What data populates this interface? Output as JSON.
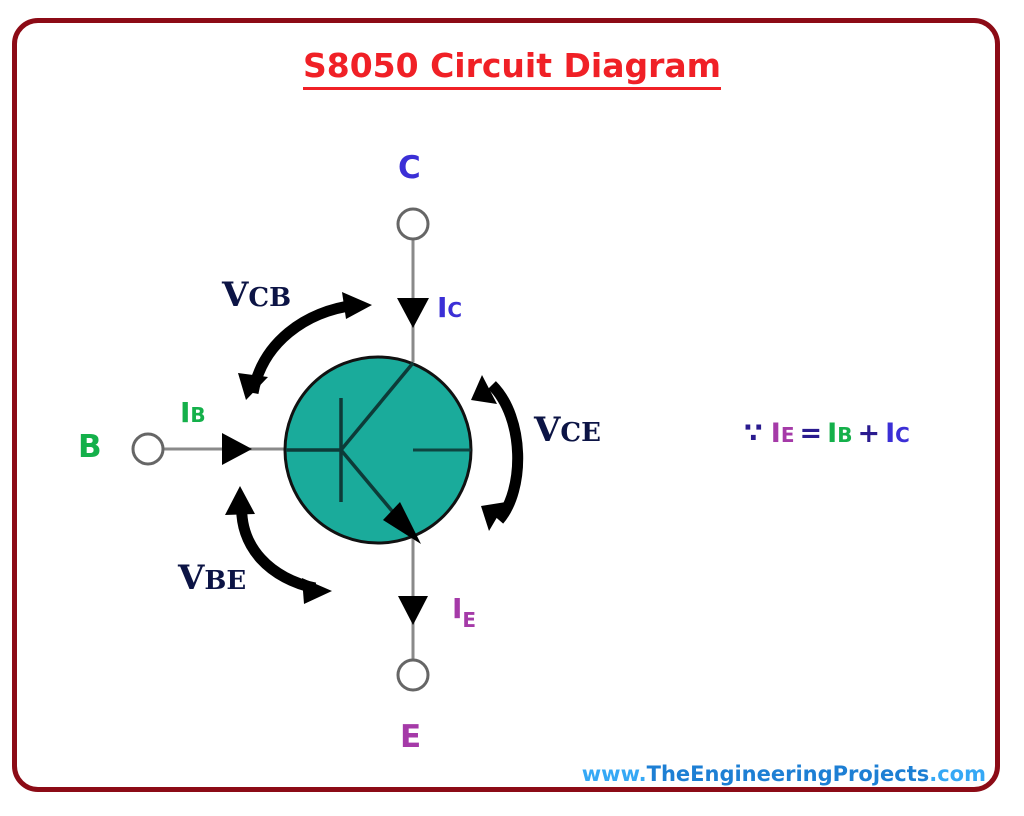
{
  "page": {
    "title": "S8050 Circuit Diagram",
    "border_color": "#8c0b16",
    "background": "#ffffff"
  },
  "diagram": {
    "type": "npn-bipolar-junction-transistor",
    "body_color": "#1aab9b",
    "wire_color": "#8a8a8a",
    "terminals": [
      {
        "name": "collector",
        "label": "C",
        "color": "#3b2fd6",
        "position": "top"
      },
      {
        "name": "base",
        "label": "B",
        "color": "#14b04a",
        "position": "left"
      },
      {
        "name": "emitter",
        "label": "E",
        "color": "#a53aa8",
        "position": "bottom"
      }
    ],
    "currents": [
      {
        "name": "collector-current",
        "symbol": "I",
        "subscript": "C",
        "color": "#3b2fd6",
        "direction": "into-collector"
      },
      {
        "name": "base-current",
        "symbol": "I",
        "subscript": "B",
        "color": "#14b04a",
        "direction": "into-base"
      },
      {
        "name": "emitter-current",
        "symbol": "I",
        "subscript": "E",
        "color": "#a53aa8",
        "direction": "out-of-emitter"
      }
    ],
    "voltages": [
      {
        "name": "collector-base-voltage",
        "symbol": "V",
        "subscript": "CB",
        "color": "#0c1445"
      },
      {
        "name": "collector-emitter-voltage",
        "symbol": "V",
        "subscript": "CE",
        "color": "#0c1445"
      },
      {
        "name": "base-emitter-voltage",
        "symbol": "V",
        "subscript": "BE",
        "color": "#0c1445"
      }
    ]
  },
  "equation": {
    "because_symbol": "∵",
    "lhs_symbol": "I",
    "lhs_sub": "E",
    "equals": "=",
    "term1_symbol": "I",
    "term1_sub": "B",
    "plus": "+",
    "term2_symbol": "I",
    "term2_sub": "C",
    "full_text": "∵ IE = IB + IC"
  },
  "footer": {
    "prefix": "www.",
    "name": "TheEngineeringProjects",
    "suffix": ".com",
    "full": "www.TheEngineeringProjects.com"
  }
}
